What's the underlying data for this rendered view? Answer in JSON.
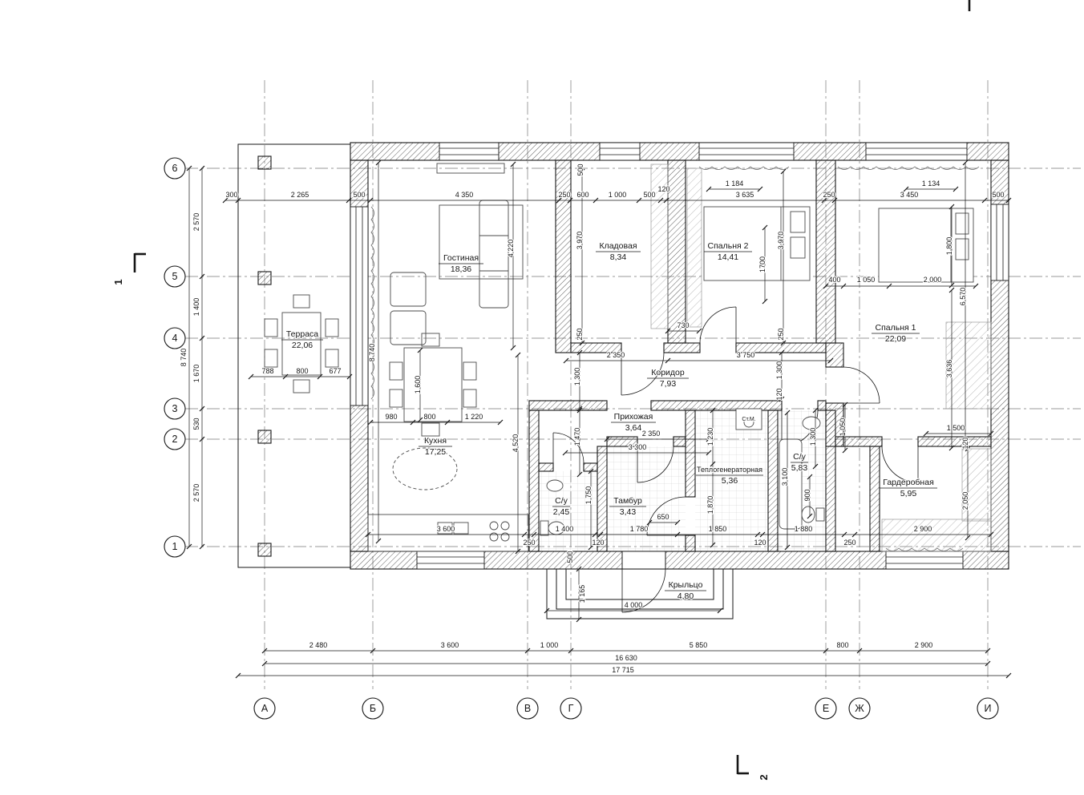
{
  "axes": {
    "vertical": [
      "А",
      "Б",
      "В",
      "Г",
      "Е",
      "Ж",
      "И"
    ],
    "horizontal": [
      "6",
      "5",
      "4",
      "3",
      "2",
      "1"
    ]
  },
  "sections": {
    "one": "1",
    "two": "2"
  },
  "rooms": [
    {
      "name": "Терраса",
      "area": "22,06"
    },
    {
      "name": "Гостиная",
      "area": "18,36"
    },
    {
      "name": "Кухня",
      "area": "17,25"
    },
    {
      "name": "Кладовая",
      "area": "8,34"
    },
    {
      "name": "Спальня 2",
      "area": "14,41"
    },
    {
      "name": "Спальня 1",
      "area": "22,09"
    },
    {
      "name": "Коридор",
      "area": "7,93"
    },
    {
      "name": "Прихожая",
      "area": "3,64"
    },
    {
      "name": "Теплогенераторная",
      "area": "5,36"
    },
    {
      "name": "С/у",
      "area": "5,83"
    },
    {
      "name": "С/у",
      "area": "2,45"
    },
    {
      "name": "Тамбур",
      "area": "3,43"
    },
    {
      "name": "Гардеробная",
      "area": "5,95"
    },
    {
      "name": "Крыльцо",
      "area": "4,80"
    }
  ],
  "misc": {
    "washing_machine": "Ст.М."
  },
  "dims": {
    "top": [
      "300",
      "2 265",
      "500",
      "4 350",
      "250",
      "600",
      "1 000",
      "500",
      "120",
      "3 635",
      "250",
      "3 450",
      "500"
    ],
    "top2": [
      "1 184",
      "1 134"
    ],
    "left": [
      "2 570",
      "1 400",
      "1 670",
      "530",
      "2 570"
    ],
    "left_total": "8 740",
    "bottom": [
      "2 480",
      "3 600",
      "1 000",
      "5 850",
      "800",
      "2 900"
    ],
    "bottom_total": "16 630",
    "bottom_overall": "17 715",
    "terrace": [
      "788",
      "800",
      "677"
    ],
    "living": [
      "4 220",
      "8 740"
    ],
    "kitchen": [
      "980",
      "800",
      "1 220",
      "1 600",
      "4 520",
      "3 600",
      "250"
    ],
    "storage": [
      "3 970",
      "250",
      "500"
    ],
    "bedroom2": [
      "3 970",
      "250",
      "1700",
      "730"
    ],
    "corridor": [
      "2 350",
      "3 750",
      "1 300",
      "1 470",
      "1 300",
      "120"
    ],
    "bedroom1": [
      "400",
      "1 050",
      "2 000",
      "1 800",
      "6 570",
      "3 636",
      "1 500",
      "120",
      "2 050",
      "1 050"
    ],
    "hall": [
      "2 350",
      "3 300",
      "1 750"
    ],
    "boiler": [
      "1 230",
      "1 870"
    ],
    "bath": [
      "3 100",
      "900",
      "1 300"
    ],
    "lower": [
      "1 400",
      "120",
      "1 780",
      "650",
      "1 850",
      "120",
      "1 880",
      "250",
      "2 900"
    ],
    "porch": [
      "4 000",
      "1 165",
      "500"
    ]
  }
}
